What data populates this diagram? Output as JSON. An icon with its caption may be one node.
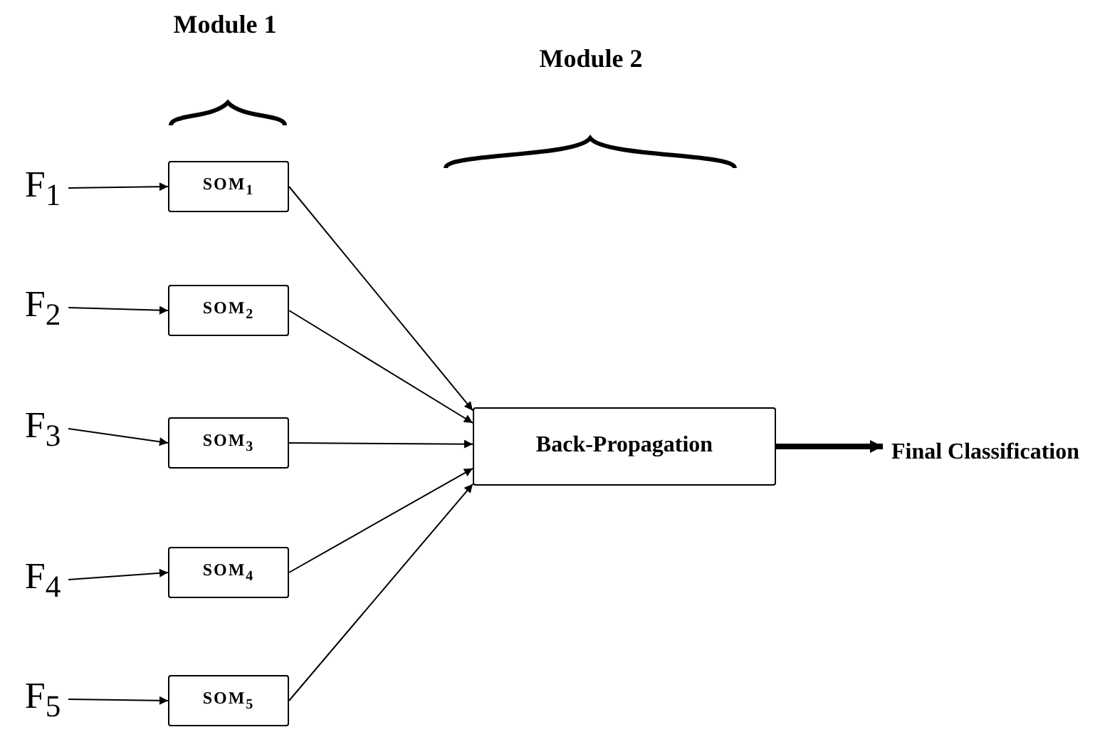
{
  "diagram": {
    "nodes": [
      {
        "text": [
          "F$_{1}$"
        ]
      },
      {
        "text": [
          "F$_{2}$"
        ]
      },
      {
        "text": [
          "F$_{3}$"
        ]
      },
      {
        "text": [
          "F$_{4}$"
        ]
      },
      {
        "text": [
          "F$_{5}$"
        ]
      },
      {
        "text": [
          "SOM$_{1}$"
        ]
      },
      {
        "text": [
          "SOM$_{2}$"
        ]
      },
      {
        "text": [
          "SOM$_{3}$"
        ]
      },
      {
        "text": [
          "SOM$_{4}$"
        ]
      },
      {
        "text": [
          "SOM$_{5}$"
        ]
      },
      {
        "text": [
          "Back-Propagation"
        ]
      },
      {
        "text": [
          "Final Classification"
        ]
      }
    ],
    "edges": [
      {
        "from": 0,
        "to": 5,
        "arrow": "to"
      },
      {
        "from": 1,
        "to": 6,
        "arrow": "to"
      },
      {
        "from": 2,
        "to": 7,
        "arrow": "to"
      },
      {
        "from": 3,
        "to": 8,
        "arrow": "to"
      },
      {
        "from": 4,
        "to": 9,
        "arrow": "to"
      },
      {
        "from": 5,
        "to": 10,
        "arrow": "to"
      },
      {
        "from": 6,
        "to": 10,
        "arrow": "to"
      },
      {
        "from": 7,
        "to": 10,
        "arrow": "to"
      },
      {
        "from": 8,
        "to": 10,
        "arrow": "to"
      },
      {
        "from": 9,
        "to": 10,
        "arrow": "to"
      },
      {
        "from": 10,
        "to": 11,
        "arrow": "to",
        "style": "thick"
      }
    ],
    "labels": [
      "Module 1",
      "Module 2"
    ]
  }
}
